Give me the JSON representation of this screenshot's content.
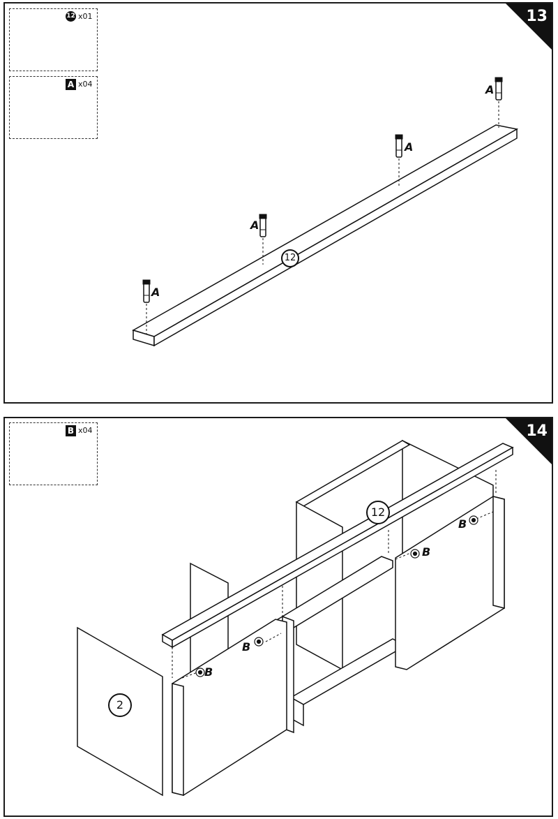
{
  "step13": {
    "number": "13",
    "parts": [
      {
        "id": "12",
        "qty": "x01"
      },
      {
        "id": "A",
        "qty": "x04"
      }
    ],
    "board_label": "12",
    "fastener_labels": [
      "A",
      "A",
      "A",
      "A"
    ]
  },
  "step14": {
    "number": "14",
    "parts": [
      {
        "id": "B",
        "qty": "x04"
      }
    ],
    "board_label": "12",
    "panel_label": "2",
    "fastener_labels": [
      "B",
      "B",
      "B",
      "B"
    ]
  }
}
